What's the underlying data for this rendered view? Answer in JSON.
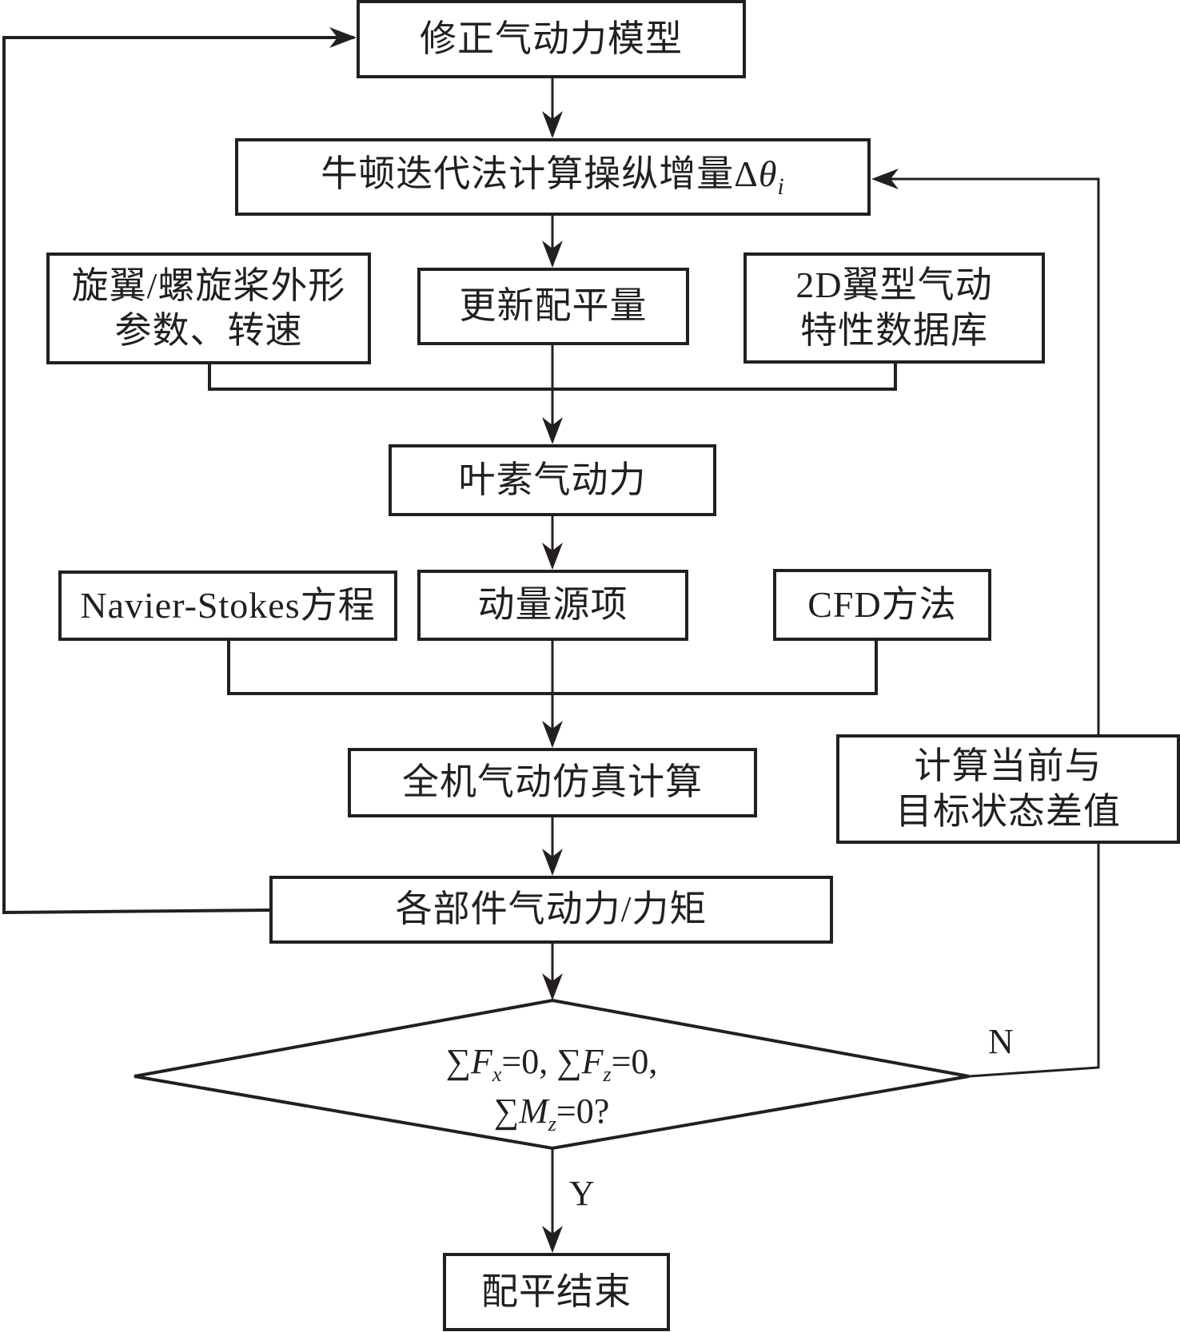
{
  "diagram": {
    "type": "flowchart",
    "nodes": {
      "modify_model": {
        "label": "修正气动力模型"
      },
      "newton": {
        "label": "牛顿迭代法计算操纵增量",
        "symbol_prefix": "Δ",
        "symbol": "θ",
        "subscript": "i"
      },
      "rotor_params": {
        "lines": [
          "旋翼/螺旋桨外形",
          "参数、转速"
        ]
      },
      "update_trim": {
        "label": "更新配平量"
      },
      "airfoil_db": {
        "lines": [
          "2D翼型气动",
          "特性数据库"
        ]
      },
      "blade_element": {
        "label": "叶素气动力"
      },
      "navier_stokes": {
        "label": "Navier-Stokes方程"
      },
      "momentum_source": {
        "label": "动量源项"
      },
      "cfd": {
        "label": "CFD方法"
      },
      "full_sim": {
        "label": "全机气动仿真计算"
      },
      "component_forces": {
        "label": "各部件气动力/力矩"
      },
      "diff_calc": {
        "lines": [
          "计算当前与",
          "目标状态差值"
        ]
      },
      "decision": {
        "line1": [
          {
            "sum": "∑",
            "var": "F",
            "sub": "x",
            "rest": "=0, "
          },
          {
            "sum": "∑",
            "var": "F",
            "sub": "z",
            "rest": "=0,"
          }
        ],
        "line2": [
          {
            "sum": "∑",
            "var": "M",
            "sub": "z",
            "rest": "=0?"
          }
        ]
      },
      "trim_end": {
        "label": "配平结束"
      }
    },
    "edge_labels": {
      "no": "N",
      "yes": "Y"
    },
    "edges": [
      {
        "from": "modify_model",
        "to": "newton"
      },
      {
        "from": "newton",
        "to": "update_trim"
      },
      {
        "from": "rotor_params",
        "to": "blade_element"
      },
      {
        "from": "update_trim",
        "to": "blade_element"
      },
      {
        "from": "airfoil_db",
        "to": "blade_element"
      },
      {
        "from": "blade_element",
        "to": "momentum_source"
      },
      {
        "from": "navier_stokes",
        "to": "full_sim"
      },
      {
        "from": "momentum_source",
        "to": "full_sim"
      },
      {
        "from": "cfd",
        "to": "full_sim"
      },
      {
        "from": "full_sim",
        "to": "component_forces"
      },
      {
        "from": "component_forces",
        "to": "decision"
      },
      {
        "from": "component_forces",
        "to": "modify_model"
      },
      {
        "from": "decision",
        "to": "diff_calc",
        "label": "N"
      },
      {
        "from": "diff_calc",
        "to": "newton"
      },
      {
        "from": "decision",
        "to": "trim_end",
        "label": "Y"
      }
    ]
  }
}
